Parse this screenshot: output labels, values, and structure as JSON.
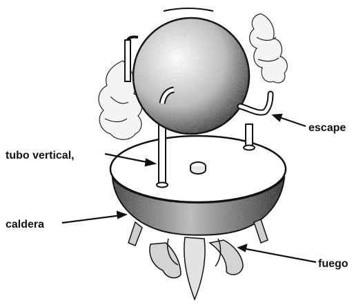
{
  "diagram": {
    "labels": {
      "escape": "escape",
      "tubo_vertical": "tubo vertical,",
      "caldera": "caldera",
      "fuego": "fuego"
    },
    "colors": {
      "ink": "#111111",
      "paper": "#ffffff",
      "stipple": "#555555"
    }
  }
}
